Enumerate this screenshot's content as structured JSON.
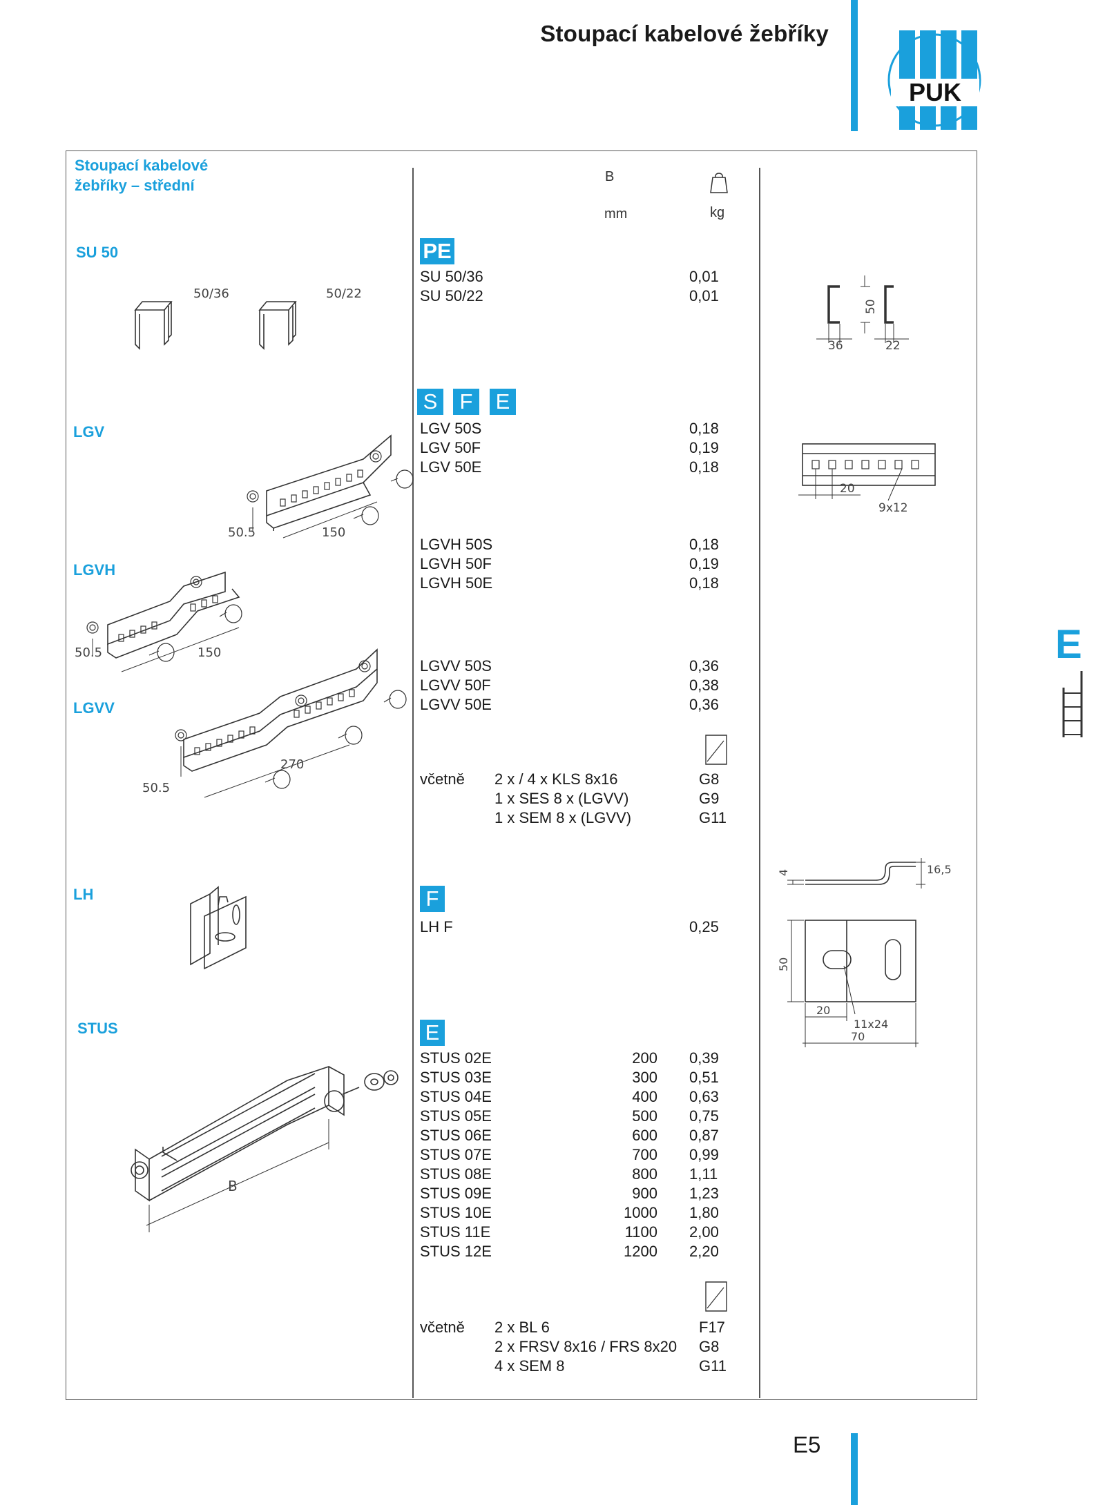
{
  "header": {
    "title": "Stoupací kabelové žebříky",
    "logo_text": "PUK"
  },
  "section": {
    "title_line1": "Stoupací kabelové",
    "title_line2": "žebříky – střední"
  },
  "columns": {
    "b": "B",
    "mm": "mm",
    "kg": "kg"
  },
  "products": {
    "su50": {
      "label": "SU 50",
      "badge": "PE",
      "drawing_labels": [
        "50/36",
        "50/22"
      ],
      "rows": [
        {
          "name": "SU 50/36",
          "kg": "0,01"
        },
        {
          "name": "SU 50/22",
          "kg": "0,01"
        }
      ],
      "dims": [
        "50",
        "36",
        "22"
      ]
    },
    "lgv": {
      "label": "LGV",
      "badges": [
        "S",
        "F",
        "E"
      ],
      "rows": [
        {
          "name": "LGV 50S",
          "kg": "0,18"
        },
        {
          "name": "LGV 50F",
          "kg": "0,19"
        },
        {
          "name": "LGV 50E",
          "kg": "0,18"
        }
      ],
      "drawing_labels": [
        "50.5",
        "150"
      ],
      "dims": [
        "20",
        "9x12"
      ]
    },
    "lgvh": {
      "label": "LGVH",
      "rows": [
        {
          "name": "LGVH 50S",
          "kg": "0,18"
        },
        {
          "name": "LGVH 50F",
          "kg": "0,19"
        },
        {
          "name": "LGVH 50E",
          "kg": "0,18"
        }
      ],
      "drawing_labels": [
        "50.5",
        "150"
      ]
    },
    "lgvv": {
      "label": "LGVV",
      "rows": [
        {
          "name": "LGVV 50S",
          "kg": "0,36"
        },
        {
          "name": "LGVV 50F",
          "kg": "0,38"
        },
        {
          "name": "LGVV 50E",
          "kg": "0,36"
        }
      ],
      "drawing_labels": [
        "50.5",
        "270"
      ],
      "including": {
        "label": "včetně",
        "items": [
          {
            "text": "2 x / 4 x KLS 8x16",
            "ref": "G8"
          },
          {
            "text": "1 x SES 8 x (LGVV)",
            "ref": "G9"
          },
          {
            "text": "1 x SEM 8 x (LGVV)",
            "ref": "G11"
          }
        ]
      }
    },
    "lh": {
      "label": "LH",
      "badge": "F",
      "rows": [
        {
          "name": "LH F",
          "kg": "0,25"
        }
      ],
      "dims": [
        "4",
        "16,5",
        "50",
        "20",
        "11x24",
        "70"
      ]
    },
    "stus": {
      "label": "STUS",
      "badge": "E",
      "drawing_labels": [
        "B"
      ],
      "rows": [
        {
          "name": "STUS 02E",
          "b": "200",
          "kg": "0,39"
        },
        {
          "name": "STUS 03E",
          "b": "300",
          "kg": "0,51"
        },
        {
          "name": "STUS 04E",
          "b": "400",
          "kg": "0,63"
        },
        {
          "name": "STUS 05E",
          "b": "500",
          "kg": "0,75"
        },
        {
          "name": "STUS 06E",
          "b": "600",
          "kg": "0,87"
        },
        {
          "name": "STUS 07E",
          "b": "700",
          "kg": "0,99"
        },
        {
          "name": "STUS 08E",
          "b": "800",
          "kg": "1,11"
        },
        {
          "name": "STUS 09E",
          "b": "900",
          "kg": "1,23"
        },
        {
          "name": "STUS 10E",
          "b": "1000",
          "kg": "1,80"
        },
        {
          "name": "STUS 11E",
          "b": "1100",
          "kg": "2,00"
        },
        {
          "name": "STUS 12E",
          "b": "1200",
          "kg": "2,20"
        }
      ],
      "including": {
        "label": "včetně",
        "items": [
          {
            "text": "2 x BL 6",
            "ref": "F17"
          },
          {
            "text": "2 x FRSV 8x16 / FRS 8x20",
            "ref": "G8"
          },
          {
            "text": "4 x SEM 8",
            "ref": "G11"
          }
        ]
      }
    }
  },
  "side_tab": {
    "letter": "E"
  },
  "footer": {
    "page_number": "E5"
  },
  "colors": {
    "accent": "#1aa0dc",
    "text": "#1a1a1a",
    "line": "#555555"
  }
}
